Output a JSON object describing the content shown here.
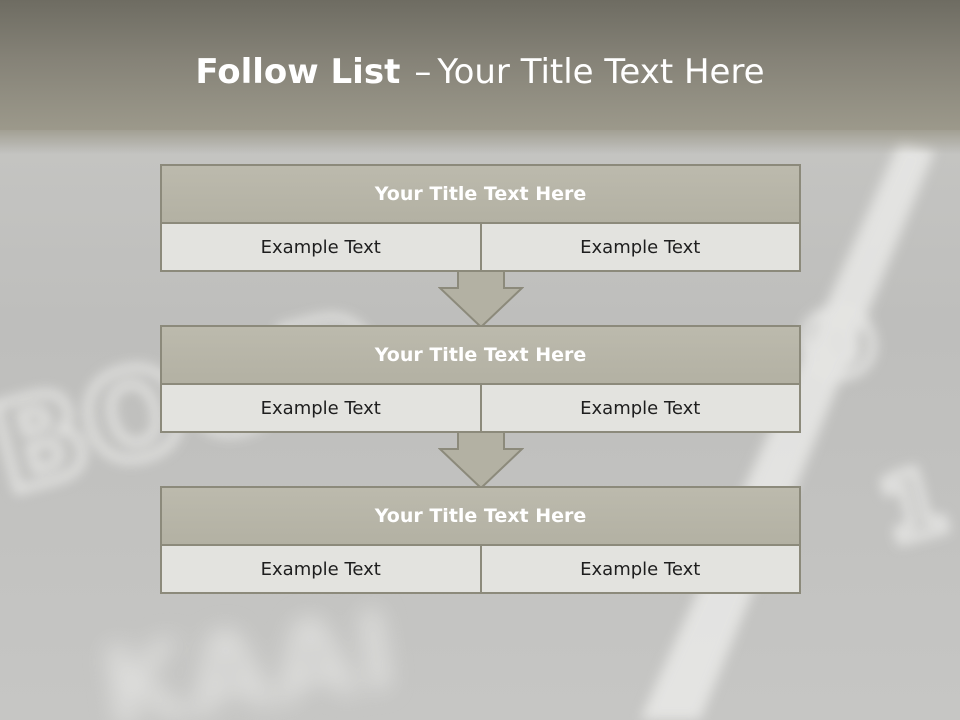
{
  "slide": {
    "title_bold": "Follow List",
    "title_dash": "–",
    "title_rest": "Your Title Text Here"
  },
  "blocks": [
    {
      "title": "Your Title Text Here",
      "left": "Example Text",
      "right": "Example Text"
    },
    {
      "title": "Your Title Text Here",
      "left": "Example Text",
      "right": "Example Text"
    },
    {
      "title": "Your Title Text Here",
      "left": "Example Text",
      "right": "Example Text"
    }
  ],
  "colors": {
    "header_fill": "#b8b6a8",
    "cell_fill": "#e3e3df",
    "border": "#8c8a7b",
    "title_band": "#858277"
  }
}
